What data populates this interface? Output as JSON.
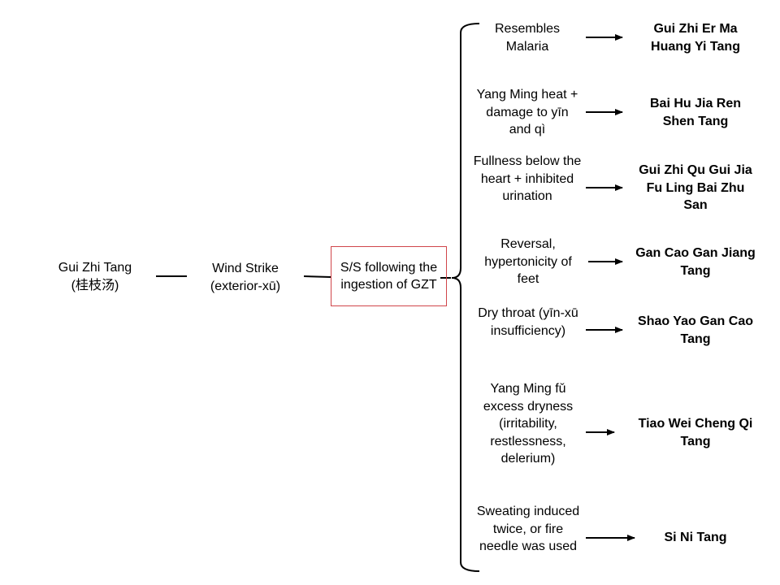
{
  "root": {
    "line1": "Gui Zhi Tang",
    "line2": "(桂枝汤)"
  },
  "stage2": {
    "line1": "Wind Strike",
    "line2": "(exterior-xū)"
  },
  "stage3": {
    "text": "S/S following the ingestion of GZT",
    "color": "#d0454a"
  },
  "branches": [
    {
      "condition": "Resembles Malaria",
      "formula": "Gui Zhi Er Ma Huang Yi Tang"
    },
    {
      "condition": "Yang Ming heat + damage to yīn and qì",
      "formula": "Bai Hu Jia Ren Shen Tang"
    },
    {
      "condition": "Fullness below the heart + inhibited urination",
      "formula": "Gui Zhi Qu Gui Jia Fu Ling Bai Zhu San"
    },
    {
      "condition": "Reversal, hypertonicity of feet",
      "formula": "Gan Cao Gan Jiang Tang"
    },
    {
      "condition": "Dry throat (yīn-xū insufficiency)",
      "formula": "Shao Yao Gan Cao Tang"
    },
    {
      "condition": "Yang Ming fǔ excess dryness (irritability, restlessness, delerium)",
      "formula": "Tiao Wei Cheng Qi Tang"
    },
    {
      "condition": "Sweating induced twice, or fire needle was used",
      "formula": "Si Ni Tang"
    }
  ]
}
